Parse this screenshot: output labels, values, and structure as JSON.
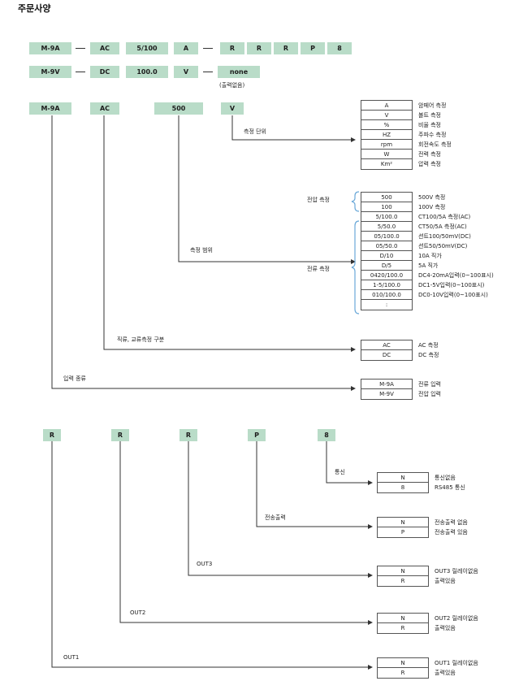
{
  "title": "주문사양",
  "code_row1": [
    "M-9A",
    "AC",
    "5/100",
    "A",
    "R",
    "R",
    "R",
    "P",
    "8"
  ],
  "code_row2": [
    "M-9V",
    "DC",
    "100.0",
    "V",
    "none"
  ],
  "row2_note": "(출력없음)",
  "example": [
    "M-9A",
    "AC",
    "500",
    "V"
  ],
  "example2": [
    "R",
    "R",
    "R",
    "P",
    "8"
  ],
  "labels": {
    "unit": "측정 단위",
    "range": "측정 범위",
    "voltage": "전압 측정",
    "current": "전류 측정",
    "acdc": "직류, 교류측정 구분",
    "input": "입력 종류",
    "comm": "통신",
    "trans": "전송출력",
    "out3": "OUT3",
    "out2": "OUT2",
    "out1": "OUT1"
  },
  "unit_table": {
    "codes": [
      "A",
      "V",
      "%",
      "HZ",
      "rpm",
      "W",
      "Km²"
    ],
    "descs": [
      "암페어 측정",
      "볼트 측정",
      "비율 측정",
      "주파수 측정",
      "회전속도 측정",
      "전력 측정",
      "압력 측정"
    ]
  },
  "range_table": {
    "codes": [
      "500",
      "100",
      "5/100.0",
      "5/50.0",
      "05/100.0",
      "05/50.0",
      "D/10",
      "D/5",
      "0420/100.0",
      "1-5/100.0",
      "010/100.0",
      ":"
    ],
    "descs": [
      "500V 측정",
      "100V 측정",
      "CT100/5A 측정(AC)",
      "CT50/5A 측정(AC)",
      "션트100/50mV(DC)",
      "션트50/50mV(DC)",
      "10A 직가",
      "5A 직가",
      "DC4-20mA입력(0~100표시)",
      "DC1-5V입력(0~100표시)",
      "DC0-10V입력(0~100표시)",
      ""
    ]
  },
  "acdc_table": {
    "codes": [
      "AC",
      "DC"
    ],
    "descs": [
      "AC 측정",
      "DC 측정"
    ]
  },
  "input_table": {
    "codes": [
      "M-9A",
      "M-9V"
    ],
    "descs": [
      "전류 입력",
      "전압 입력"
    ]
  },
  "comm_table": {
    "codes": [
      "N",
      "8"
    ],
    "descs": [
      "통신없음",
      "RS485 통신"
    ]
  },
  "trans_table": {
    "codes": [
      "N",
      "P"
    ],
    "descs": [
      "전송출력 없음",
      "전송출력 있음"
    ]
  },
  "out3_table": {
    "codes": [
      "N",
      "R"
    ],
    "descs": [
      "OUT3 릴레이없음",
      "출력있음"
    ]
  },
  "out2_table": {
    "codes": [
      "N",
      "R"
    ],
    "descs": [
      "OUT2 릴레이없음",
      "출력있음"
    ]
  },
  "out1_table": {
    "codes": [
      "N",
      "R"
    ],
    "descs": [
      "OUT1 릴레이없음",
      "출력있음"
    ]
  },
  "colors": {
    "chip": "#b9dcc8",
    "brace": "#6aa8d8",
    "line": "#333333"
  }
}
